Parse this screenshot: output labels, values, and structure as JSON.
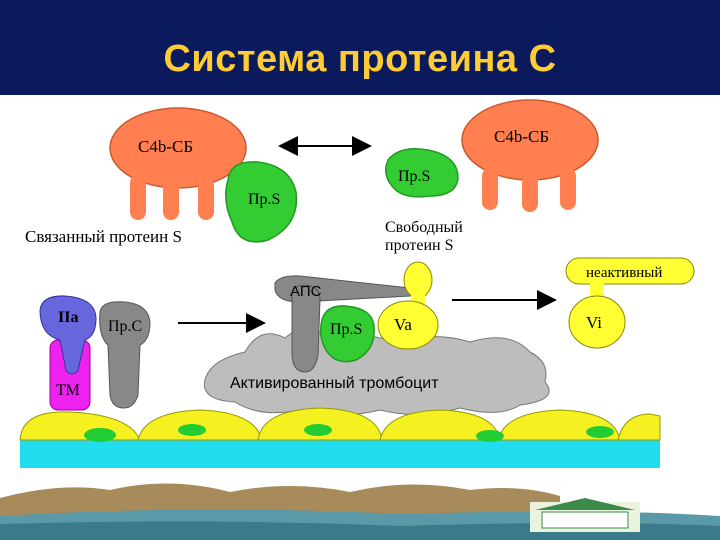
{
  "title": "Система протеина С",
  "labels": {
    "c4b_left": "C4b-СБ",
    "c4b_right": "C4b-СБ",
    "prs_bound": "Пр.S",
    "prs_free": "Пр.S",
    "bound_protein_s": "Связанный протеин S",
    "free_protein_s_line1": "Свободный",
    "free_protein_s_line2": "протеин S",
    "inactive": "неактивный",
    "apc": "АПС",
    "iia": "IIa",
    "prc": "Пр.С",
    "tm": "ТМ",
    "prs_platelet": "Пр.S",
    "va": "Va",
    "vi": "Vi",
    "activated_platelet": "Активированный тромбоцит"
  },
  "colors": {
    "title_bg": "#0b1a5c",
    "title_text": "#ffcc33",
    "c4b": "#ff7f50",
    "protein_s": "#33cc33",
    "yellow": "#ffff33",
    "iia": "#6666dd",
    "tm": "#ee22ee",
    "gray": "#888888",
    "platelet": "#bdbdbd",
    "cells": "#f5f020",
    "nucleus": "#22cc33",
    "base": "#22ddee"
  }
}
